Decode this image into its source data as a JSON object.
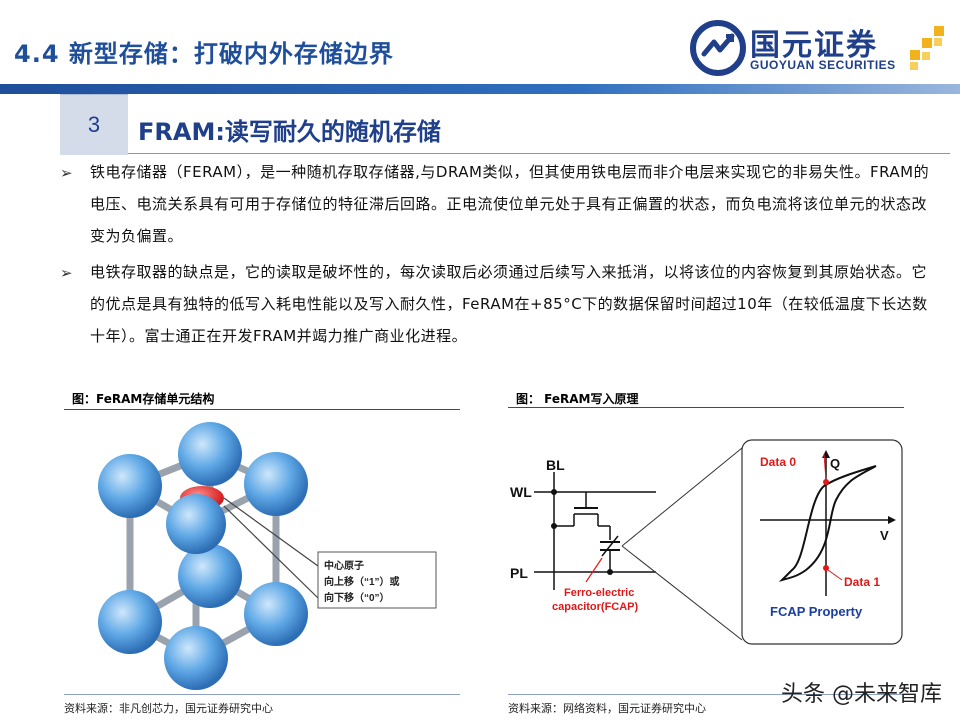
{
  "header": {
    "title": "4.4 新型存储：打破内外存储边界",
    "brand_color": "#1f4e9a"
  },
  "logo": {
    "name_cn": "国元证券",
    "name_en": "GUOYUAN SECURITIES",
    "accent_color": "#f2b21b"
  },
  "section": {
    "number": "3",
    "title": "FRAM:读写耐久的随机存储"
  },
  "bullets": [
    {
      "symbol": "➢",
      "text": "铁电存储器（FERAM），是一种随机存取存储器,与DRAM类似，但其使用铁电层而非介电层来实现它的非易失性。FRAM的电压、电流关系具有可用于存储位的特征滞后回路。正电流使位单元处于具有正偏置的状态，而负电流将该位单元的状态改变为负偏置。"
    },
    {
      "symbol": "➢",
      "text": "电铁存取器的缺点是，它的读取是破坏性的，每次读取后必须通过后续写入来抵消，以将该位的内容恢复到其原始状态。它的优点是具有独特的低写入耗电性能以及写入耐久性，FeRAM在+85°C下的数据保留时间超过10年（在较低温度下长达数十年）。富士通正在开发FRAM并竭力推广商业化进程。"
    }
  ],
  "figure_left": {
    "title": "图：FeRAM存储单元结构",
    "callout_lines": [
      "中心原子",
      "向上移（“1”）或",
      "向下移（“0”）"
    ],
    "source": "资料来源：非凡创芯力，国元证券研究中心",
    "atom_color": "#5fa8e6",
    "center_atom_color": "#e02020"
  },
  "figure_right": {
    "title": "图： FeRAM写入原理",
    "labels": {
      "bl": "BL",
      "wl": "WL",
      "pl": "PL",
      "cap_line1": "Ferro-electric",
      "cap_line2": "capacitor(FCAP)",
      "data0": "Data 0",
      "q": "Q",
      "v": "V",
      "data1": "Data 1",
      "property": "FCAP Property"
    },
    "label_color": "#e01818",
    "property_color": "#1a3fa0",
    "source": "资料来源：网络资料，国元证券研究中心"
  },
  "watermark": "头条 @未来智库"
}
